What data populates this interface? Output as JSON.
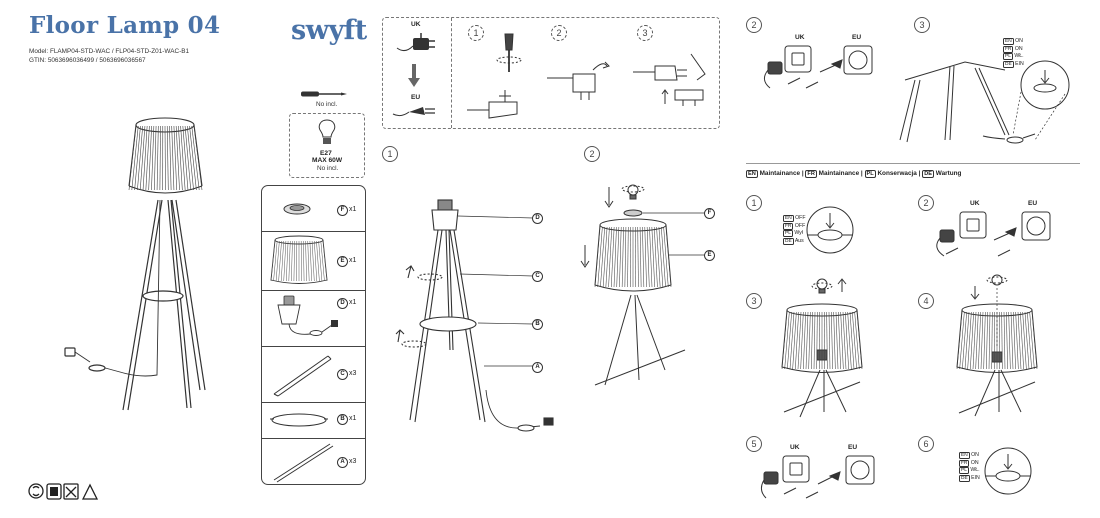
{
  "header": {
    "title": "Floor Lamp 04",
    "brand": "swyft",
    "model_line": "Model: FLAMP04-STD-WAC / FLP04-STD-Z01-WAC-B1",
    "gtin_line": "GTIN: 5063696036499 / 5063696036567"
  },
  "tools": {
    "screwdriver_note": "No incl.",
    "bulb_base": "E27",
    "bulb_max": "MAX 60W",
    "bulb_note": "No incl."
  },
  "parts": [
    {
      "letter": "F",
      "qty": "x1"
    },
    {
      "letter": "E",
      "qty": "x1"
    },
    {
      "letter": "D",
      "qty": "x1"
    },
    {
      "letter": "C",
      "qty": "x3"
    },
    {
      "letter": "B",
      "qty": "x1"
    },
    {
      "letter": "A",
      "qty": "x3"
    }
  ],
  "plug_swap": {
    "uk_label": "UK",
    "eu_label": "EU",
    "steps": [
      "1",
      "2",
      "3"
    ]
  },
  "assembly_steps": [
    "1",
    "2"
  ],
  "assembly_callouts": {
    "step1": [
      "D",
      "C",
      "B",
      "A"
    ],
    "step2": [
      "F",
      "E"
    ]
  },
  "usage_steps": {
    "step2": "2",
    "step3": "3",
    "uk_label": "UK",
    "eu_label": "EU",
    "switch_on": [
      {
        "code": "EN",
        "text": "ON"
      },
      {
        "code": "FR",
        "text": "ON"
      },
      {
        "code": "PL",
        "text": "WŁ."
      },
      {
        "code": "DE",
        "text": "EIN"
      }
    ]
  },
  "maintenance": {
    "heading": [
      {
        "code": "EN",
        "text": "Maintainance"
      },
      {
        "code": "FR",
        "text": "Maintainance"
      },
      {
        "code": "PL",
        "text": "Konserwacja"
      },
      {
        "code": "DE",
        "text": "Wartung"
      }
    ],
    "steps": [
      "1",
      "2",
      "3",
      "4",
      "5",
      "6"
    ],
    "switch_off": [
      {
        "code": "EN",
        "text": "OFF"
      },
      {
        "code": "FR",
        "text": "OFF"
      },
      {
        "code": "PL",
        "text": "Wył"
      },
      {
        "code": "DE",
        "text": "Aus"
      }
    ],
    "switch_on": [
      {
        "code": "EN",
        "text": "ON"
      },
      {
        "code": "FR",
        "text": "ON"
      },
      {
        "code": "PL",
        "text": "WŁ."
      },
      {
        "code": "DE",
        "text": "EIN"
      }
    ],
    "uk_label": "UK",
    "eu_label": "EU"
  }
}
